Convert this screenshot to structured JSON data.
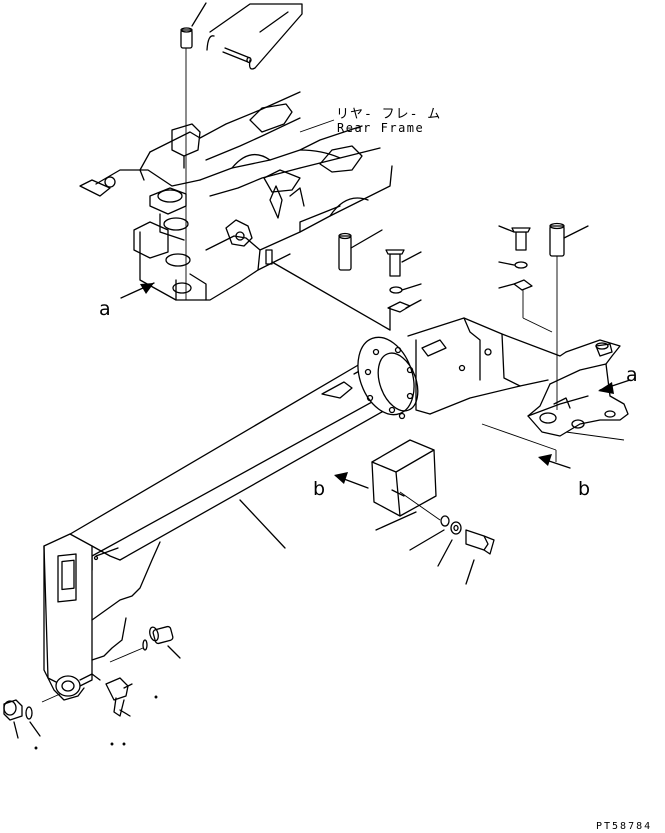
{
  "labels": {
    "rear_frame_jp": "リヤ- フレ- ム",
    "rear_frame_en": "Rear Frame",
    "view_a_left": "a",
    "view_a_right": "a",
    "view_b_left": "b",
    "view_b_right": "b",
    "drawing_number": "PT58784"
  }
}
